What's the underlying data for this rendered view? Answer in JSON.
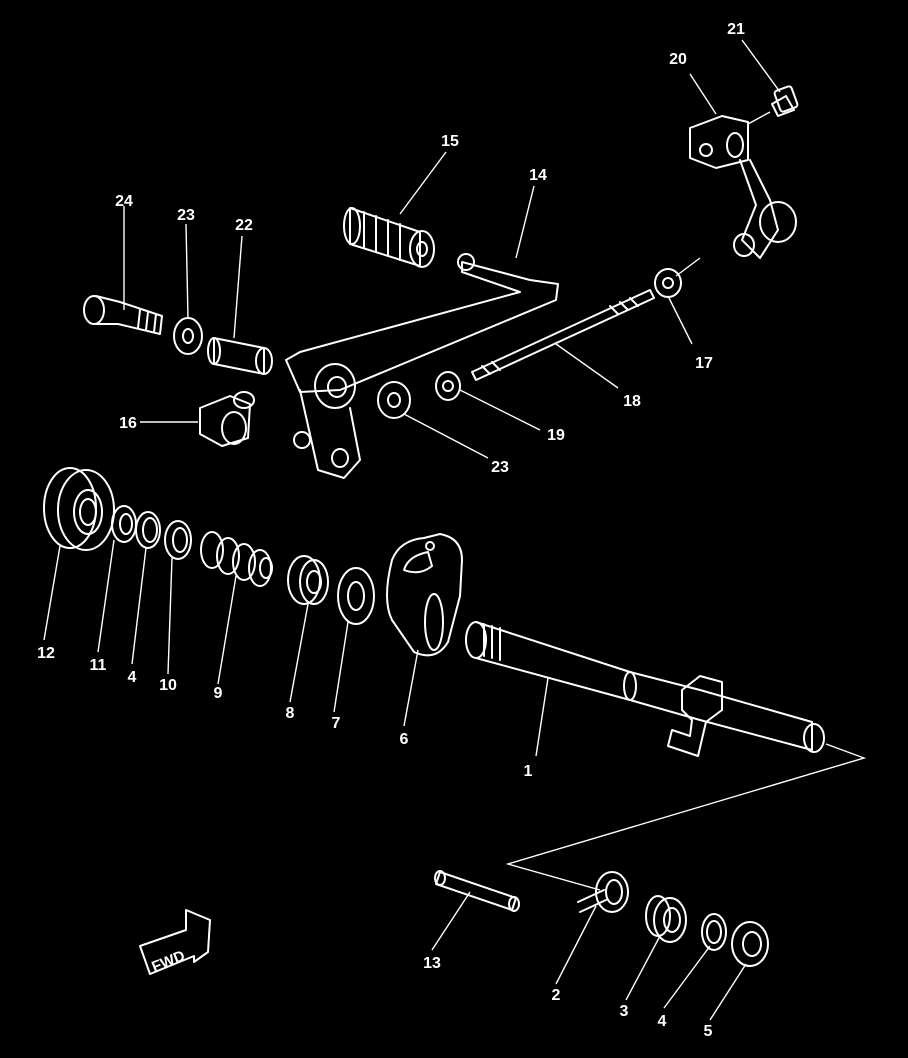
{
  "parts": [
    {
      "id": "p1",
      "label": "1"
    },
    {
      "id": "p2",
      "label": "2"
    },
    {
      "id": "p3",
      "label": "3"
    },
    {
      "id": "p4a",
      "label": "4"
    },
    {
      "id": "p4b",
      "label": "4"
    },
    {
      "id": "p5",
      "label": "5"
    },
    {
      "id": "p6",
      "label": "6"
    },
    {
      "id": "p7",
      "label": "7"
    },
    {
      "id": "p8",
      "label": "8"
    },
    {
      "id": "p9",
      "label": "9"
    },
    {
      "id": "p10",
      "label": "10"
    },
    {
      "id": "p11",
      "label": "11"
    },
    {
      "id": "p12",
      "label": "12"
    },
    {
      "id": "p13",
      "label": "13"
    },
    {
      "id": "p14",
      "label": "14"
    },
    {
      "id": "p15",
      "label": "15"
    },
    {
      "id": "p16",
      "label": "16"
    },
    {
      "id": "p17",
      "label": "17"
    },
    {
      "id": "p18",
      "label": "18"
    },
    {
      "id": "p19",
      "label": "19"
    },
    {
      "id": "p20",
      "label": "20"
    },
    {
      "id": "p21",
      "label": "21"
    },
    {
      "id": "p22",
      "label": "22"
    },
    {
      "id": "p23a",
      "label": "23"
    },
    {
      "id": "p23b",
      "label": "23"
    },
    {
      "id": "p24",
      "label": "24"
    }
  ],
  "fwd_label": "FWD",
  "colors": {
    "background": "#000000",
    "line": "#ffffff"
  }
}
